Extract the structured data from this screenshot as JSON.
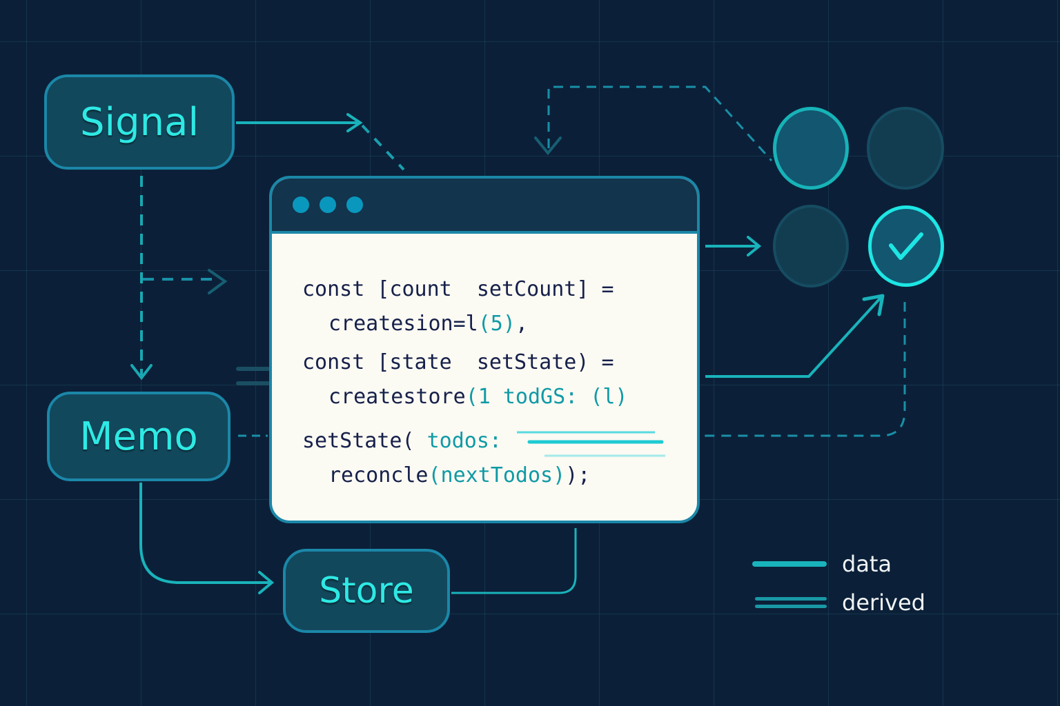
{
  "nodes": {
    "signal": "Signal",
    "memo": "Memo",
    "store": "Store"
  },
  "editor": {
    "window_dots": 3,
    "lines": [
      {
        "parts": [
          {
            "t": "const [count  setCount] =",
            "hl": false
          }
        ]
      },
      {
        "indent": true,
        "parts": [
          {
            "t": "createsion=l",
            "hl": false
          },
          {
            "t": "(5)",
            "hl": true
          },
          {
            "t": ",",
            "hl": false
          }
        ]
      },
      {
        "parts": [
          {
            "t": "const [state  setState) =",
            "hl": false
          }
        ]
      },
      {
        "indent": true,
        "parts": [
          {
            "t": "createstore",
            "hl": false
          },
          {
            "t": "(1 todGS: (l)",
            "hl": true
          }
        ]
      },
      {
        "parts": [
          {
            "t": "setState( ",
            "hl": false
          },
          {
            "t": "todos:",
            "hl": true
          }
        ]
      },
      {
        "indent": true,
        "parts": [
          {
            "t": "reconcle",
            "hl": false
          },
          {
            "t": "(nextTodos)",
            "hl": true
          },
          {
            "t": ");",
            "hl": false
          }
        ]
      }
    ]
  },
  "status_circles": [
    {
      "state": "active"
    },
    {
      "state": "inactive"
    },
    {
      "state": "inactive"
    },
    {
      "state": "complete",
      "icon": "check-icon"
    }
  ],
  "legend": {
    "items": [
      {
        "label": "data",
        "style": "solid"
      },
      {
        "label": "derived",
        "style": "double"
      }
    ]
  },
  "colors": {
    "background": "#0b2038",
    "accent": "#2ee9e4",
    "wire": "#19b3bb",
    "dashed": "#1a8fa8",
    "node_fill": "#12485c",
    "node_border": "#1b87a8",
    "code_bg": "#fbfaf3",
    "code_text": "#16204a",
    "code_highlight": "#0f9aa5"
  }
}
